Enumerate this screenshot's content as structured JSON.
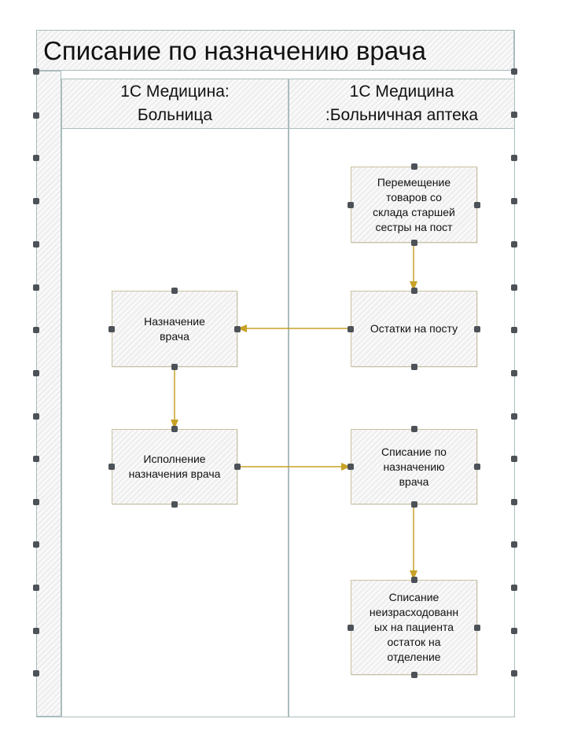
{
  "diagram": {
    "pool_title": "Списание по назначению врача",
    "lanes": [
      {
        "id": "hospital",
        "label": "1С Медицина:\nБольница"
      },
      {
        "id": "pharmacy",
        "label": "1С Медицина\n:Больничная аптека"
      }
    ],
    "nodes": [
      {
        "id": "transfer",
        "lane": "pharmacy",
        "text": "Перемещение\nтоваров со\nсклада старшей\nсестры на пост"
      },
      {
        "id": "doctor_order",
        "lane": "hospital",
        "text": "Назначение\nврача"
      },
      {
        "id": "post_stock",
        "lane": "pharmacy",
        "text": "Остатки на посту"
      },
      {
        "id": "order_execution",
        "lane": "hospital",
        "text": "Исполнение\nназначения врача"
      },
      {
        "id": "writeoff_order",
        "lane": "pharmacy",
        "text": "Списание по\nназначению\nврача"
      },
      {
        "id": "writeoff_unused",
        "lane": "pharmacy",
        "text": "Списание\nнеизрасходованн\nых на пациента\nостаток на\nотделение"
      }
    ],
    "edges": [
      {
        "from": "transfer",
        "to": "post_stock"
      },
      {
        "from": "post_stock",
        "to": "doctor_order"
      },
      {
        "from": "doctor_order",
        "to": "order_execution"
      },
      {
        "from": "order_execution",
        "to": "writeoff_order"
      },
      {
        "from": "writeoff_order",
        "to": "writeoff_unused"
      }
    ],
    "colors": {
      "connector": "#c8a227",
      "lane_border": "#a9bcbc",
      "node_border": "#c9c09e",
      "handle": "#4d5258",
      "fill": "#efefef"
    }
  }
}
